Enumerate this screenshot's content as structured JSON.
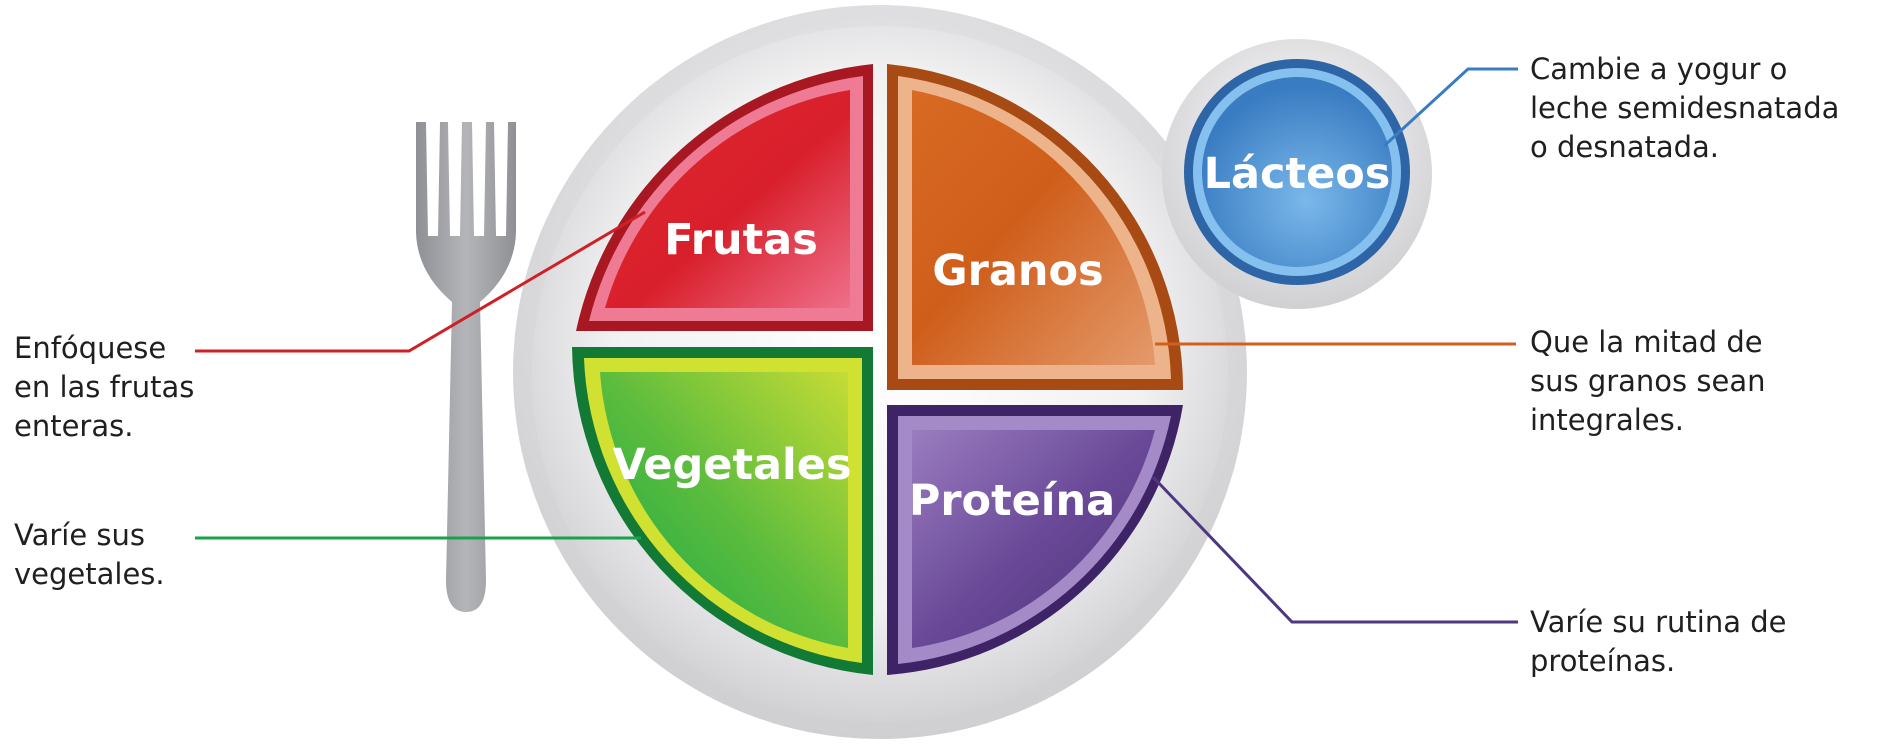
{
  "plate": {
    "sections": {
      "frutas": "Frutas",
      "granos": "Granos",
      "vegetales": "Vegetales",
      "proteina": "Proteína",
      "lacteos": "Lácteos"
    }
  },
  "annotations": {
    "frutas": [
      "Enfóquese",
      "en las frutas",
      "enteras."
    ],
    "vegetales": [
      "Varíe sus",
      "vegetales."
    ],
    "lacteos": [
      "Cambie a yogur o",
      "leche semidesnatada",
      "o desnatada."
    ],
    "granos": [
      "Que la mitad de",
      "sus granos sean",
      "integrales."
    ],
    "proteina": [
      "Varíe su rutina de",
      "proteínas."
    ]
  },
  "colors": {
    "frutas": "#d81f2b",
    "granos": "#d2601c",
    "vegetales": "#2fb14a",
    "proteina": "#5b3a86",
    "lacteos": "#3a7cc2",
    "fork": "#a3a4a8",
    "plate": "#e4e4e6"
  }
}
